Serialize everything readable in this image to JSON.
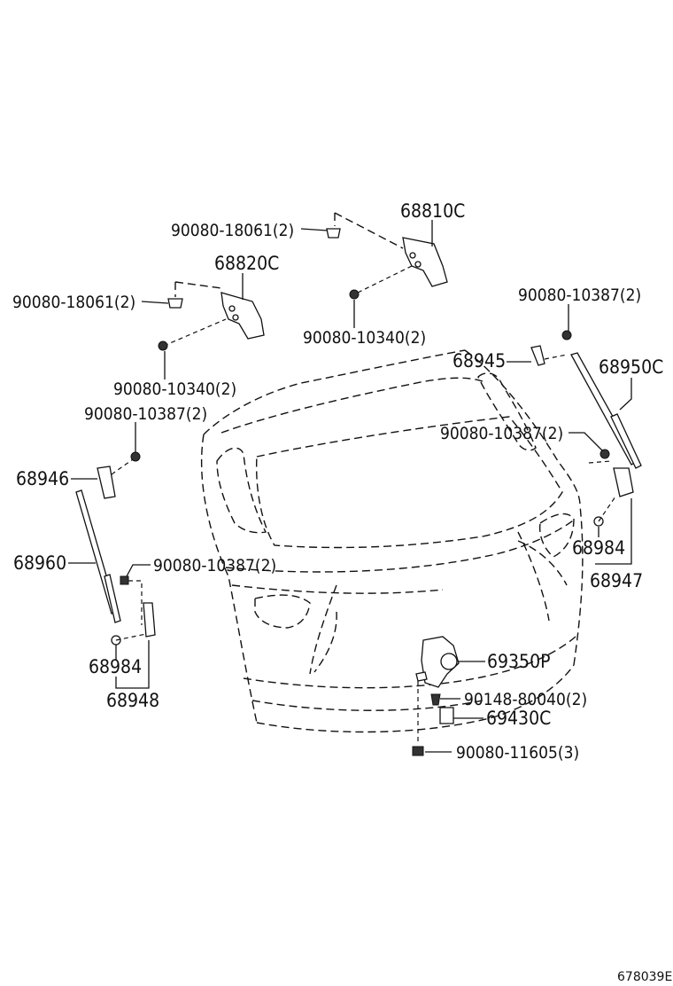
{
  "figure_id": "678039E",
  "labels": {
    "p68810C": "68810C",
    "p68820C": "68820C",
    "nut_a": "90080-18061(2)",
    "nut_b": "90080-18061(2)",
    "bolt_a": "90080-10340(2)",
    "bolt_b": "90080-10340(2)",
    "bolt_c": "90080-10387(2)",
    "p68945": "68945",
    "p68950C": "68950C",
    "bolt_d": "90080-10387(2)",
    "bolt_e": "90080-10387(2)",
    "p68946": "68946",
    "p68960": "68960",
    "bolt_f": "90080-10387(2)",
    "p68984_left": "68984",
    "p68948": "68948",
    "p68984_right": "68984",
    "p68947": "68947",
    "p69350P": "69350P",
    "screw_a": "90148-80040(2)",
    "p69430C": "69430C",
    "bolt_g": "90080-11605(3)"
  }
}
